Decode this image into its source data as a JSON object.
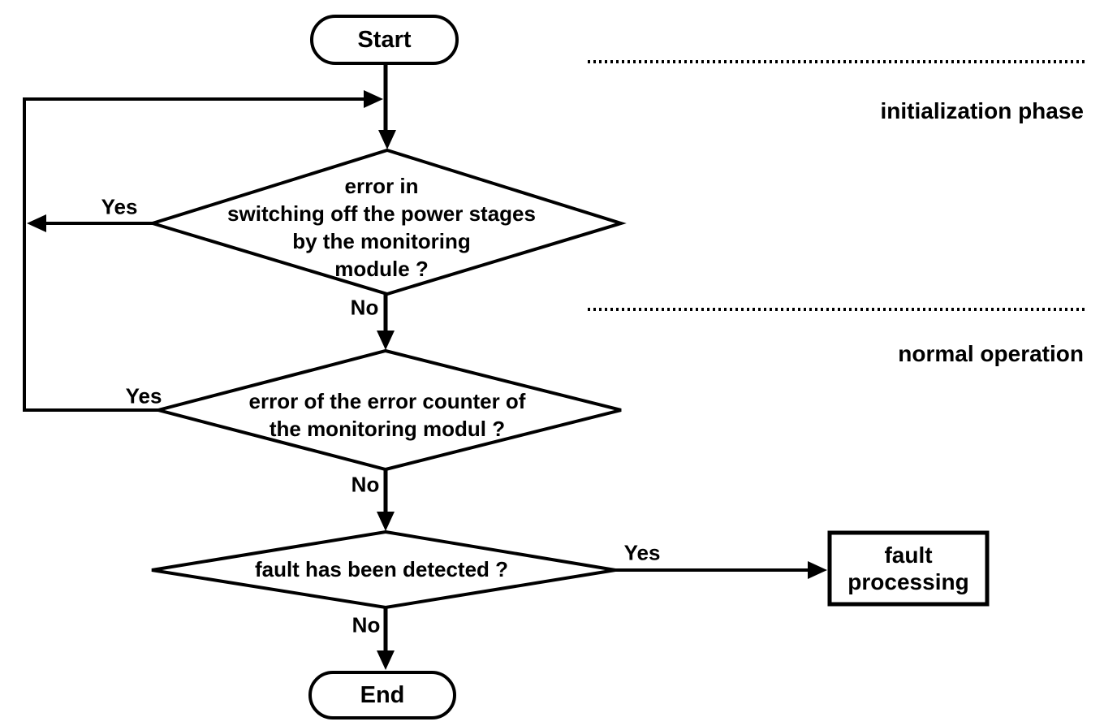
{
  "flowchart": {
    "start": {
      "label": "Start"
    },
    "end": {
      "label": "End"
    },
    "decision1": {
      "lines": [
        "error in",
        "switching off the power stages",
        "by the monitoring",
        "module ?"
      ],
      "yes": "Yes",
      "no": "No"
    },
    "decision2": {
      "lines": [
        "error of the error counter of",
        "the monitoring modul ?"
      ],
      "yes": "Yes",
      "no": "No"
    },
    "decision3": {
      "lines": [
        "fault has been detected ?"
      ],
      "yes": "Yes",
      "no": "No"
    },
    "process": {
      "lines": [
        "fault",
        "processing"
      ]
    }
  },
  "annotations": {
    "phase1": "initialization phase",
    "phase2": "normal operation"
  },
  "colors": {
    "stroke": "#000000",
    "background": "#ffffff"
  }
}
